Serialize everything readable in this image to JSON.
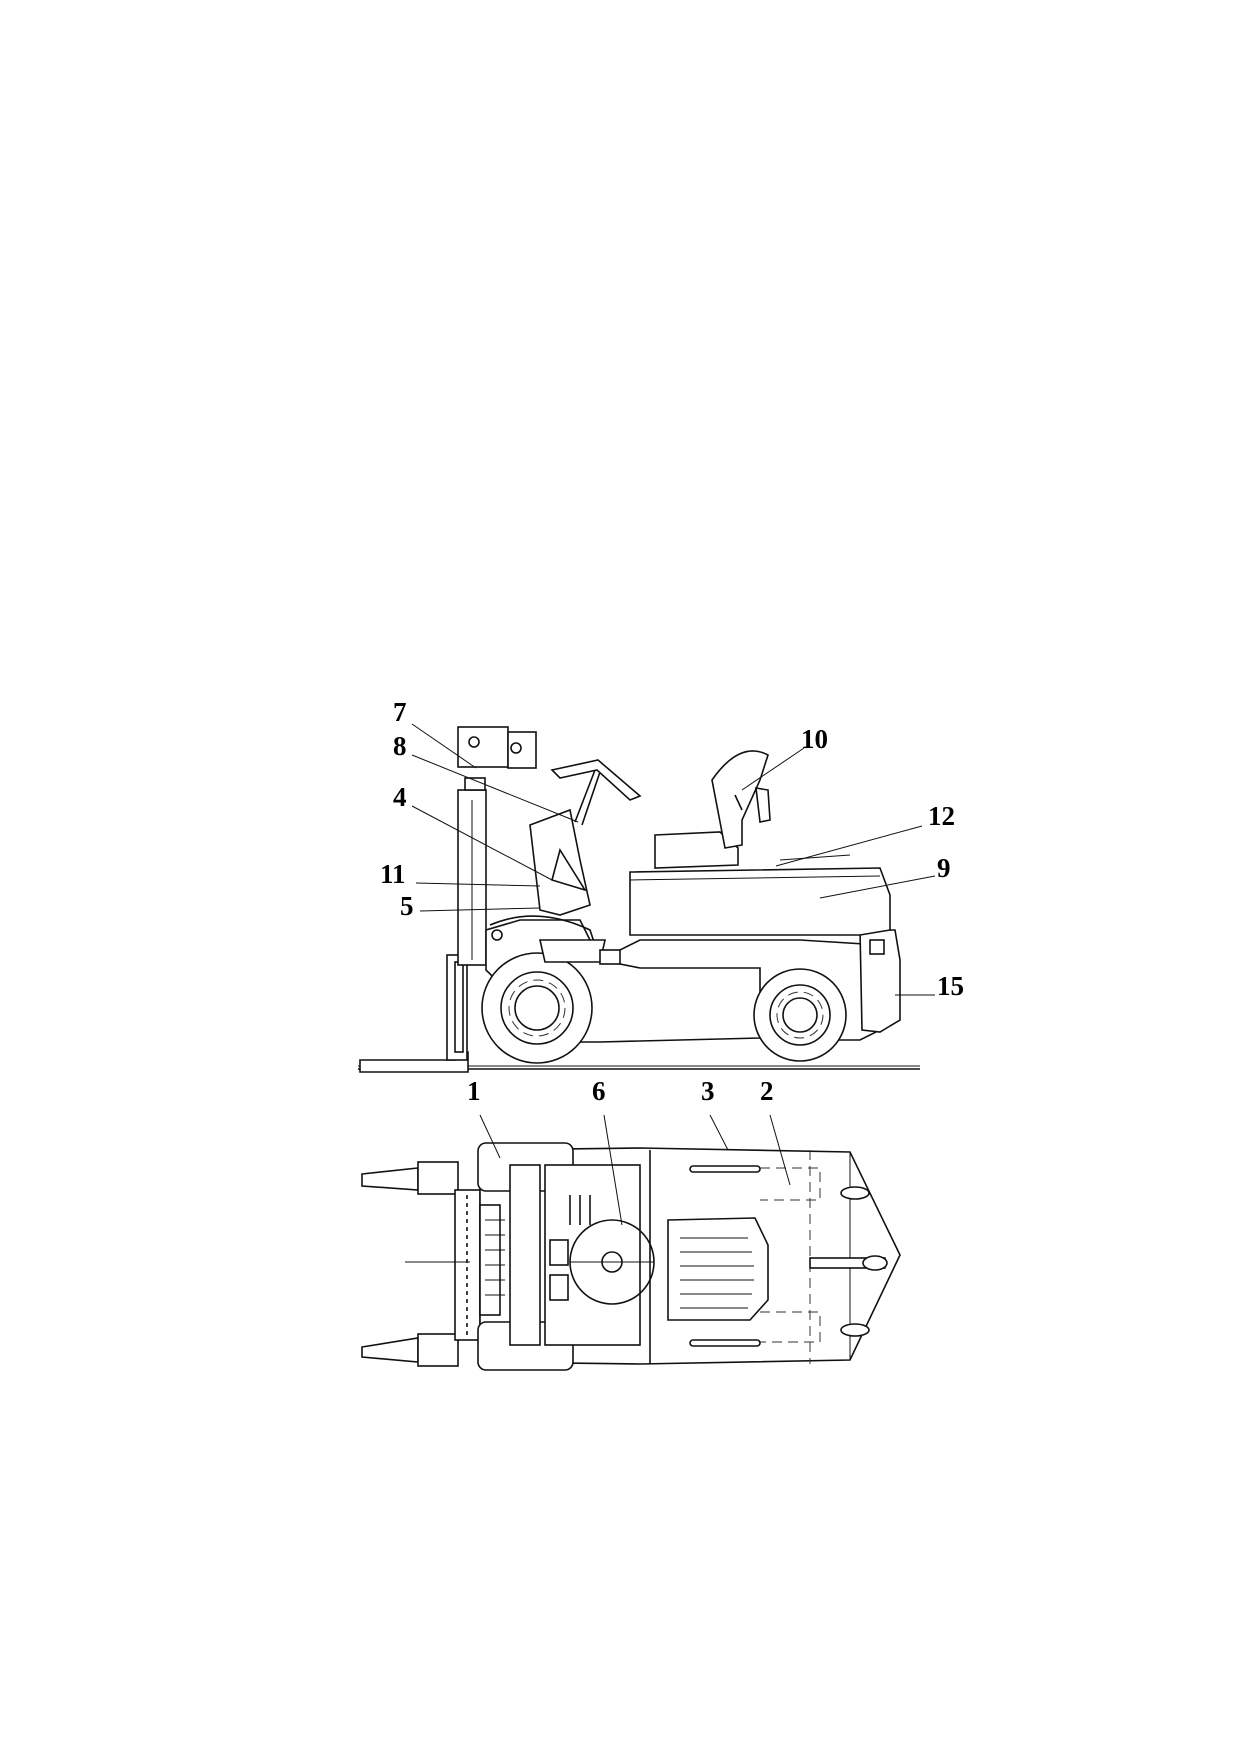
{
  "figure": {
    "side_view_labels": [
      "7",
      "8",
      "4",
      "11",
      "5",
      "10",
      "12",
      "9",
      "15"
    ],
    "top_view_labels": [
      "1",
      "6",
      "3",
      "2"
    ]
  }
}
